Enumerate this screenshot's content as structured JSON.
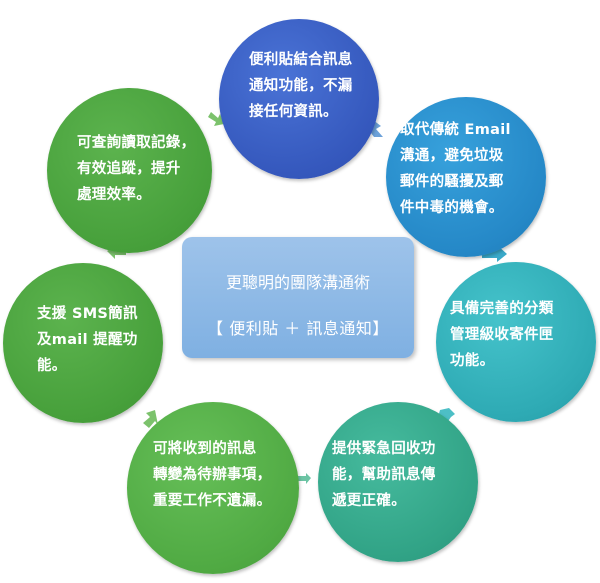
{
  "center": {
    "title": "更聰明的團隊溝通術",
    "subtitle": "【 便利貼  ＋  訊息通知】"
  },
  "nodes": {
    "top": "便利貼結合訊息\n通知功能，不漏\n接任何資訊。",
    "upper_right": "取代傳統 Email\n溝通，避免垃圾\n郵件的騷擾及郵\n件中毒的機會。",
    "lower_right": "具備完善的分類\n管理級收寄件匣\n功能。",
    "bottom_right": "提供緊急回收功\n能，幫助訊息傳\n遞更正確。",
    "bottom_left": "可將收到的訊息\n轉變為待辦事項，\n重要工作不遺漏。",
    "lower_left": "支援 SMS簡訊\n及mail 提醒功\n能。",
    "upper_left": "可查詢讀取記錄，\n有效追蹤，提升\n處理效率。"
  },
  "colors": {
    "top": "#3d63c4",
    "upper_right": "#2a8fcc",
    "lower_right": "#2fb0b8",
    "bottom_right": "#35aa8f",
    "bottom_left": "#55b048",
    "lower_left": "#4aa23d",
    "upper_left": "#48a23f",
    "center": "#8ab8e6"
  }
}
